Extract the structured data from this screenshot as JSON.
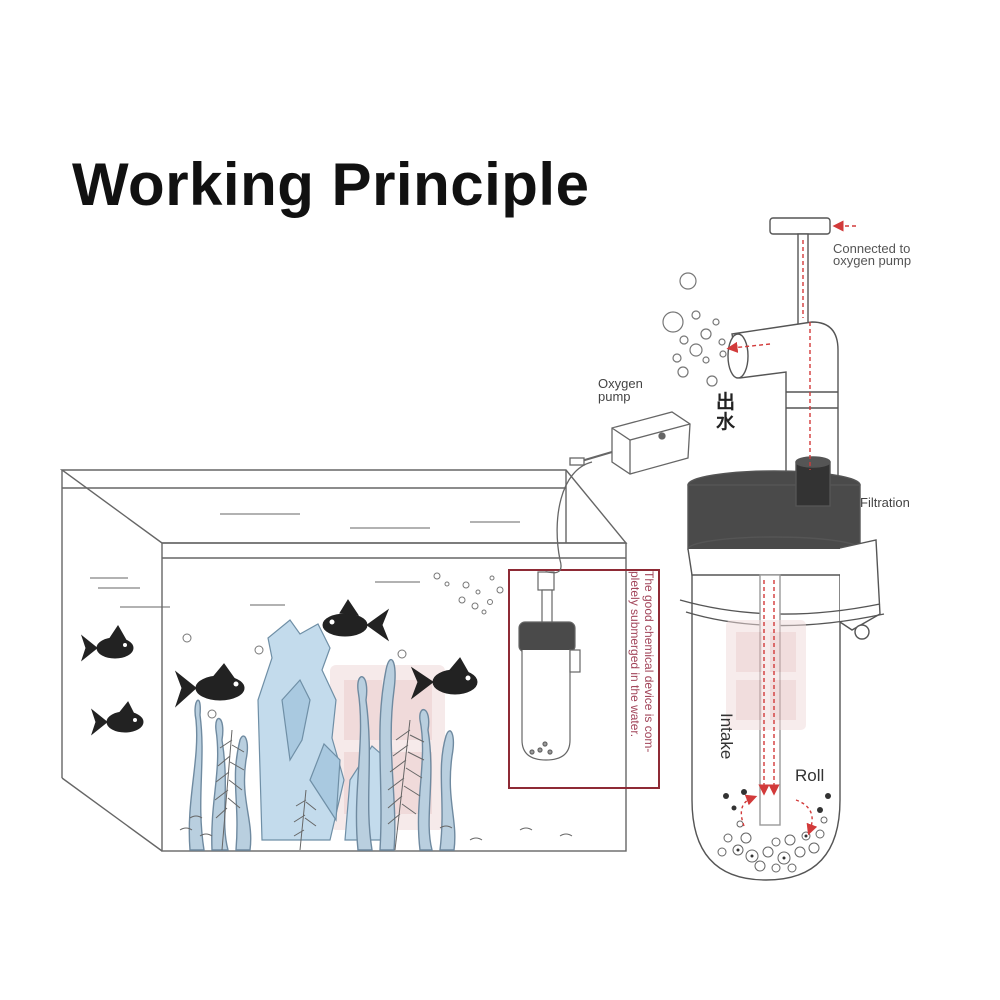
{
  "title": "Working Principle",
  "labels": {
    "oxygen_pump": "Oxygen pump",
    "connected_to_oxygen_pump": "Connected to oxygen pump",
    "water_outlet": "出水",
    "filtration": "Filtration",
    "intake": "Intake",
    "roll": "Roll",
    "submerged_note": "The good chemical device is com- pletely submerged in the water."
  },
  "colors": {
    "line": "#555555",
    "flow_arrow": "#d23a3a",
    "highlight_box": "#8e2a35",
    "filter_lid": "#4a4a4a",
    "rock": "#b9d3e6",
    "plant": "#9fb9cc",
    "watermark": "#e9cfcf"
  },
  "icons": [
    "goldfish-icon",
    "air-bubble-icon",
    "flow-arrow-icon"
  ]
}
